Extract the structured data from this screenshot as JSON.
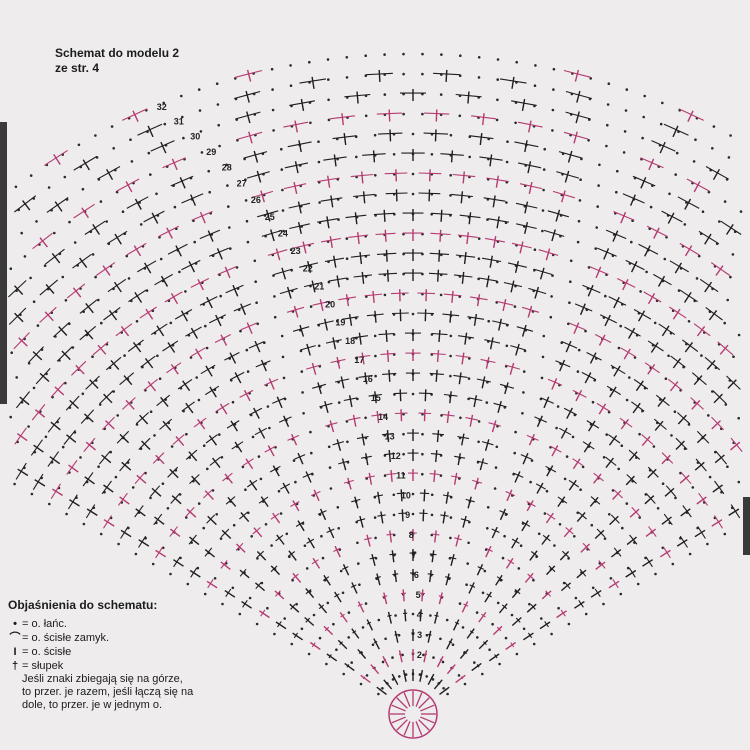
{
  "title": {
    "line1": "Schemat do modelu 2",
    "line2": "ze str. 4"
  },
  "legend": {
    "heading": "Objaśnienia do schematu:",
    "items": [
      {
        "icon": "dot-symbol-icon",
        "symbol": "•",
        "text": "= o. łańc."
      },
      {
        "icon": "arc-symbol-icon",
        "symbol": "⌒",
        "text": "= o. ścisłe zamyk."
      },
      {
        "icon": "bar-symbol-icon",
        "symbol": "I",
        "text": "= o. ścisłe"
      },
      {
        "icon": "cross-symbol-icon",
        "symbol": "†",
        "text": "= słupek"
      }
    ],
    "note_lines": [
      "Jeśli znaki zbiegają się na górze,",
      "to przer. je razem, jeśli łączą się na",
      "dole, to przer. je w jednym o."
    ]
  },
  "round_numbers": [
    "2",
    "3",
    "4",
    "5",
    "6",
    "7",
    "8",
    "9",
    "10",
    "11",
    "12",
    "13",
    "14",
    "15",
    "16",
    "17",
    "18",
    "19",
    "20",
    "21",
    "22",
    "23",
    "24",
    "25",
    "26",
    "27",
    "28",
    "29",
    "30",
    "31",
    "32"
  ],
  "colors": {
    "background": "#eeeced",
    "dark_stitch": "#1e1e1e",
    "pink_stitch": "#b53a72",
    "chain_dot": "#2a2a2a"
  }
}
